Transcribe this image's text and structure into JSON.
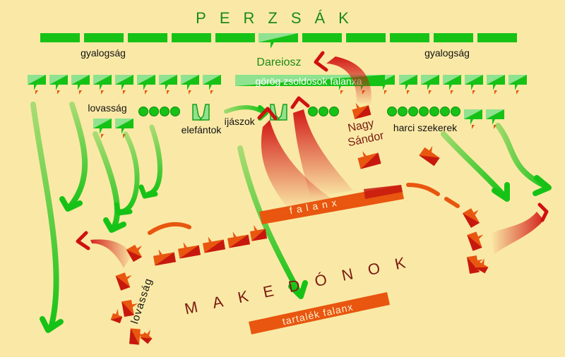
{
  "colors": {
    "background": "#fae9a6",
    "persian": "#16c216",
    "persian_light": "#8fe28f",
    "macedonian": "#e8560f",
    "macedonian_dark": "#c7180f",
    "persian_text": "#1a8a1a",
    "macedonian_text": "#7a1a10"
  },
  "icons": {
    "persian_infantry": "green-bar",
    "persian_unit": "green-flag-square",
    "cavalry": "green-circle",
    "elephant": "elephant-symbol",
    "greek_phalanx": "phalanx-block",
    "macedonian_unit": "orange-flag-square",
    "attack_arrow": "curved-arrow"
  },
  "labels": {
    "persians": "PERZSÁK",
    "infantry_left": "gyalogság",
    "infantry_right": "gyalogság",
    "darius": "Dareiosz",
    "greek_mercenaries": "görög zsoldosok falanxa",
    "cavalry": "lovasság",
    "elephants": "elefántok",
    "archers": "íjászok",
    "alexander_line1": "Nagy",
    "alexander_line2": "Sándor",
    "chariots": "harci szekerek",
    "phalanx": "falanx",
    "macedonians": "MAKEDÓNOK",
    "macedonian_cavalry": "lovasság",
    "reserve_phalanx": "tartalék falanx"
  }
}
